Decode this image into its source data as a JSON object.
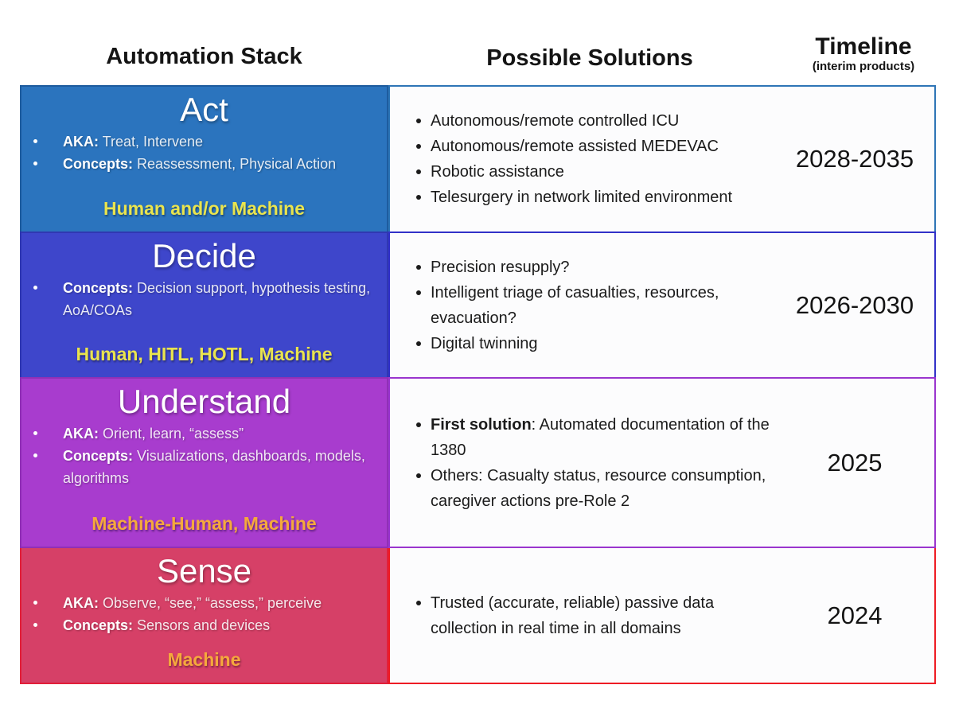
{
  "header": {
    "automation_stack": "Automation Stack",
    "possible_solutions": "Possible Solutions",
    "timeline": "Timeline",
    "timeline_sub": "(interim products)"
  },
  "rows": [
    {
      "id": "act",
      "title": "Act",
      "bullets": [
        {
          "label": "AKA:",
          "text": " Treat, Intervene"
        },
        {
          "label": "Concepts:",
          "text": " Reassessment, Physical Action"
        }
      ],
      "actors": "Human and/or Machine",
      "solutions": [
        {
          "label": "",
          "text": "Autonomous/remote controlled ICU"
        },
        {
          "label": "",
          "text": "Autonomous/remote assisted MEDEVAC"
        },
        {
          "label": "",
          "text": "Robotic assistance"
        },
        {
          "label": "",
          "text": "Telesurgery in network limited environment"
        }
      ],
      "timeline": "2028-2035",
      "colors": {
        "stage_bg": "#2B74BE",
        "stage_border": "#1E5C9E",
        "box_border": "#2E75B6",
        "actors_color": "#E9E44E"
      }
    },
    {
      "id": "decide",
      "title": "Decide",
      "bullets": [
        {
          "label": "Concepts:",
          "text": " Decision support, hypothesis testing, AoA/COAs"
        }
      ],
      "actors": "Human, HITL, HOTL, Machine",
      "solutions": [
        {
          "label": "",
          "text": "Precision resupply?"
        },
        {
          "label": "",
          "text": "Intelligent triage of casualties, resources, evacuation?"
        },
        {
          "label": "",
          "text": "Digital twinning"
        }
      ],
      "timeline": "2026-2030",
      "colors": {
        "stage_bg": "#3E46CB",
        "stage_border": "#3038B2",
        "box_border": "#3231C8",
        "actors_color": "#E9E44E"
      }
    },
    {
      "id": "understand",
      "title": "Understand",
      "bullets": [
        {
          "label": "AKA:",
          "text": " Orient, learn, “assess”"
        },
        {
          "label": "Concepts:",
          "text": " Visualizations, dashboards, models, algorithms"
        }
      ],
      "actors": "Machine-Human, Machine",
      "solutions": [
        {
          "label": "First solution",
          "text": ": Automated documentation of the 1380"
        },
        {
          "label": "",
          "text": "Others: Casualty status, resource consumption, caregiver actions pre-Role 2"
        }
      ],
      "timeline": "2025",
      "colors": {
        "stage_bg": "#A83CCE",
        "stage_border": "#9030B6",
        "box_border": "#9A35CE",
        "actors_color": "#F5A93C"
      }
    },
    {
      "id": "sense",
      "title": "Sense",
      "bullets": [
        {
          "label": "AKA:",
          "text": " Observe, “see,” “assess,” perceive"
        },
        {
          "label": "Concepts:",
          "text": " Sensors and devices"
        }
      ],
      "actors": "Machine",
      "solutions": [
        {
          "label": "",
          "text": "Trusted (accurate, reliable) passive data collection in real time in all domains"
        }
      ],
      "timeline": "2024",
      "colors": {
        "stage_bg": "#D64067",
        "stage_border": "#E2203A",
        "box_border": "#EE1C24",
        "actors_color": "#F5A93C"
      }
    }
  ]
}
